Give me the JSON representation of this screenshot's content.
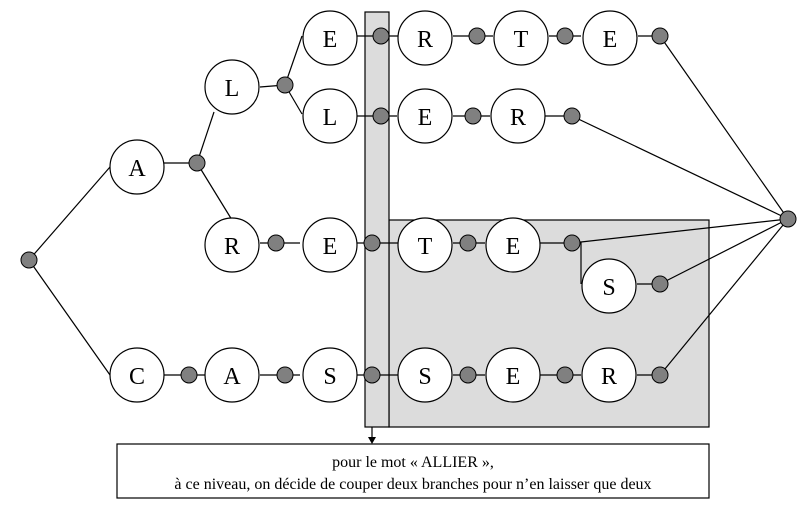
{
  "diagram": {
    "nodes": {
      "A": "A",
      "L": "L",
      "E1": "E",
      "R1": "R",
      "T1": "T",
      "E2": "E",
      "L2": "L",
      "E3": "E",
      "R2": "R",
      "R3": "R",
      "E4": "E",
      "T2": "T",
      "E5": "E",
      "S1": "S",
      "C": "C",
      "A2": "A",
      "S2": "S",
      "S3": "S",
      "E6": "E",
      "R4": "R"
    },
    "caption": {
      "line1": "pour le mot « ALLIER »,",
      "line2": "à ce niveau, on décide de couper  deux branches pour n’en laisser que deux"
    },
    "colors": {
      "highlight_fill": "#dcdcdc",
      "dot_fill": "#808080",
      "stroke": "#000000"
    }
  }
}
